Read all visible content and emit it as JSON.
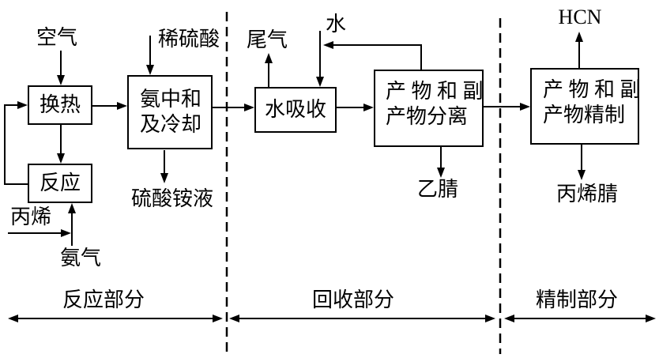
{
  "boxes": {
    "heat_exchange": {
      "label": "换热"
    },
    "reaction": {
      "label": "反应"
    },
    "neutralization": {
      "line1": "氨中和",
      "line2": "及冷却"
    },
    "water_absorption": {
      "label": "水吸收"
    },
    "separation": {
      "line1": "产 物 和 副",
      "line2": "产物分离"
    },
    "refining": {
      "line1": "产 物 和 副",
      "line2": "产物精制"
    }
  },
  "streams": {
    "air": "空气",
    "dilute_sulfuric_acid": "稀硫酸",
    "ammonium_sulfate": "硫酸铵液",
    "propylene": "丙烯",
    "ammonia": "氨气",
    "tail_gas": "尾气",
    "water": "水",
    "acetonitrile": "乙腈",
    "hcn": "HCN",
    "acrylonitrile": "丙烯腈"
  },
  "sections": {
    "reaction": "反应部分",
    "recovery": "回收部分",
    "refining": "精制部分"
  },
  "colors": {
    "line": "#000000",
    "background": "#ffffff"
  }
}
